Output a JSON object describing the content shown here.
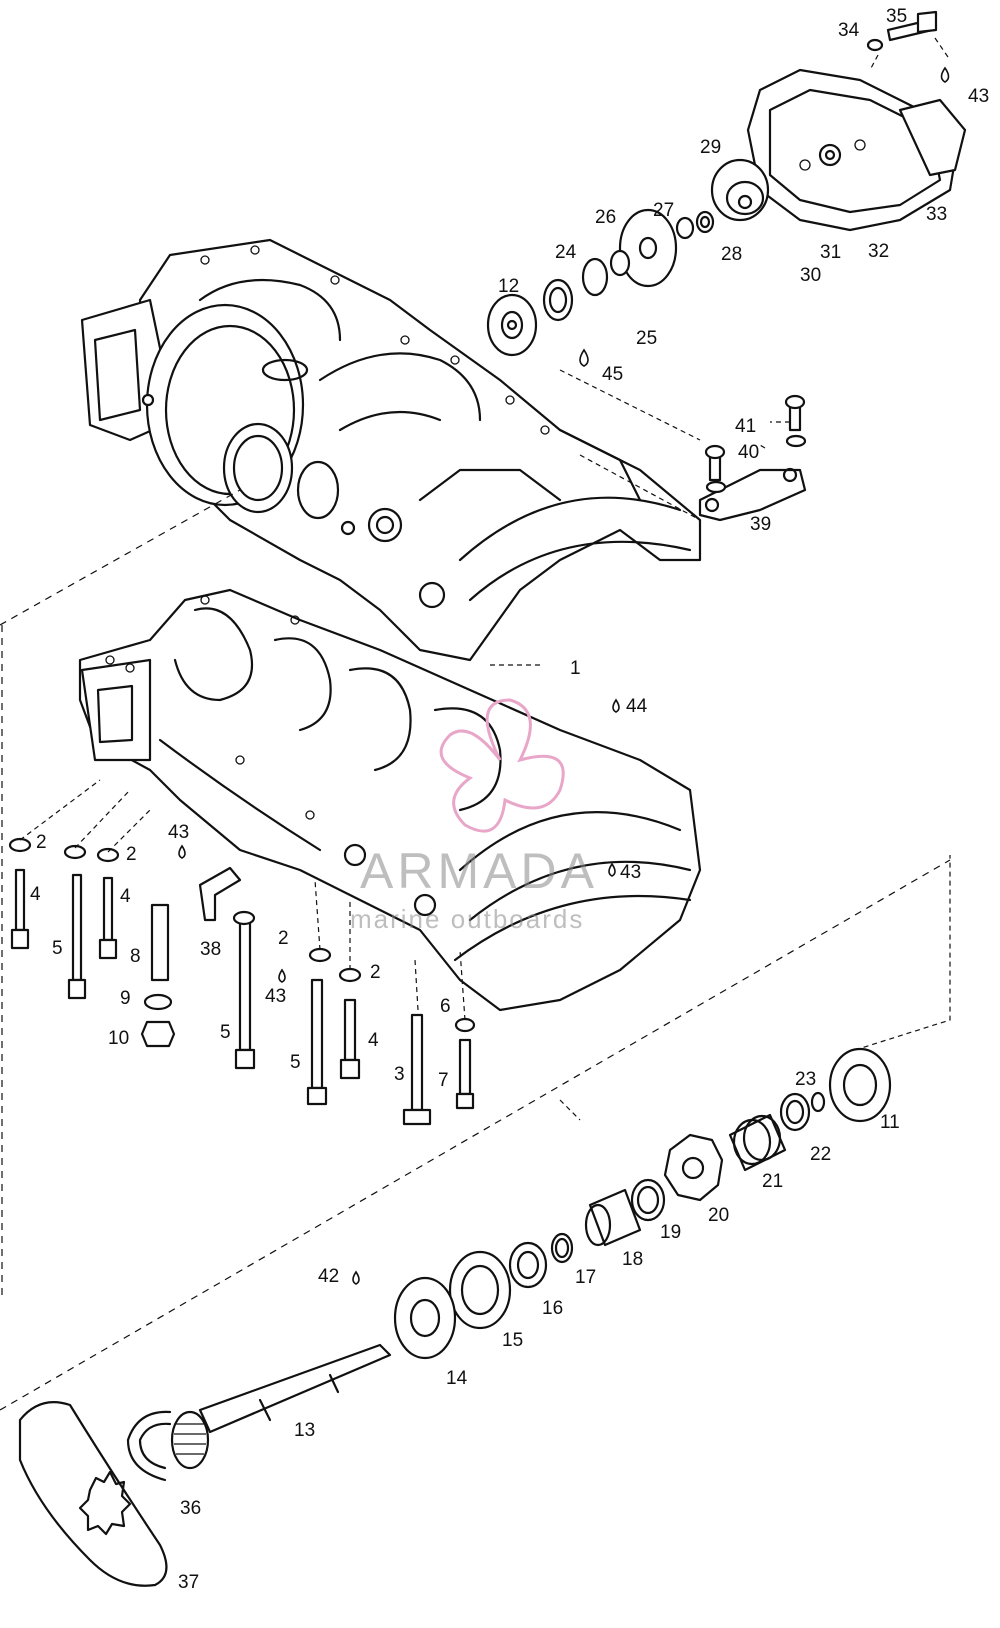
{
  "watermark": {
    "brand": "ARMADA",
    "tagline": "marine outboards",
    "accent_color": "#e8a6c9",
    "text_color": "#8a8a8a"
  },
  "part_numbers": [
    "1",
    "2",
    "3",
    "4",
    "5",
    "6",
    "7",
    "8",
    "9",
    "10",
    "11",
    "12",
    "13",
    "14",
    "15",
    "16",
    "17",
    "18",
    "19",
    "20",
    "21",
    "22",
    "23",
    "24",
    "25",
    "26",
    "27",
    "28",
    "29",
    "30",
    "31",
    "32",
    "33",
    "34",
    "35",
    "36",
    "37",
    "38",
    "39",
    "40",
    "41",
    "42",
    "43",
    "44",
    "45"
  ],
  "labels": [
    {
      "id": "l35",
      "text": "35"
    },
    {
      "id": "l34",
      "text": "34"
    },
    {
      "id": "l43a",
      "text": "43"
    },
    {
      "id": "l29",
      "text": "29"
    },
    {
      "id": "l33",
      "text": "33"
    },
    {
      "id": "l27",
      "text": "27"
    },
    {
      "id": "l26",
      "text": "26"
    },
    {
      "id": "l24",
      "text": "24"
    },
    {
      "id": "l28",
      "text": "28"
    },
    {
      "id": "l31",
      "text": "31"
    },
    {
      "id": "l32",
      "text": "32"
    },
    {
      "id": "l30",
      "text": "30"
    },
    {
      "id": "l12",
      "text": "12"
    },
    {
      "id": "l25",
      "text": "25"
    },
    {
      "id": "l45",
      "text": "45"
    },
    {
      "id": "l41",
      "text": "41"
    },
    {
      "id": "l40",
      "text": "40"
    },
    {
      "id": "l39",
      "text": "39"
    },
    {
      "id": "l1",
      "text": "1"
    },
    {
      "id": "l44",
      "text": "44"
    },
    {
      "id": "l2a",
      "text": "2"
    },
    {
      "id": "l2b",
      "text": "2"
    },
    {
      "id": "l43b",
      "text": "43"
    },
    {
      "id": "l4a",
      "text": "4"
    },
    {
      "id": "l4b",
      "text": "4"
    },
    {
      "id": "l5a",
      "text": "5"
    },
    {
      "id": "l8",
      "text": "8"
    },
    {
      "id": "l38",
      "text": "38"
    },
    {
      "id": "l43c",
      "text": "43"
    },
    {
      "id": "l2c",
      "text": "2"
    },
    {
      "id": "l2d",
      "text": "2"
    },
    {
      "id": "l43d",
      "text": "43"
    },
    {
      "id": "l9",
      "text": "9"
    },
    {
      "id": "l10",
      "text": "10"
    },
    {
      "id": "l5b",
      "text": "5"
    },
    {
      "id": "l5c",
      "text": "5"
    },
    {
      "id": "l4c",
      "text": "4"
    },
    {
      "id": "l6",
      "text": "6"
    },
    {
      "id": "l3",
      "text": "3"
    },
    {
      "id": "l7",
      "text": "7"
    },
    {
      "id": "l23",
      "text": "23"
    },
    {
      "id": "l11",
      "text": "11"
    },
    {
      "id": "l22",
      "text": "22"
    },
    {
      "id": "l21",
      "text": "21"
    },
    {
      "id": "l20",
      "text": "20"
    },
    {
      "id": "l19",
      "text": "19"
    },
    {
      "id": "l18",
      "text": "18"
    },
    {
      "id": "l17",
      "text": "17"
    },
    {
      "id": "l16",
      "text": "16"
    },
    {
      "id": "l15",
      "text": "15"
    },
    {
      "id": "l42",
      "text": "42"
    },
    {
      "id": "l14",
      "text": "14"
    },
    {
      "id": "l13",
      "text": "13"
    },
    {
      "id": "l36",
      "text": "36"
    },
    {
      "id": "l37",
      "text": "37"
    }
  ]
}
